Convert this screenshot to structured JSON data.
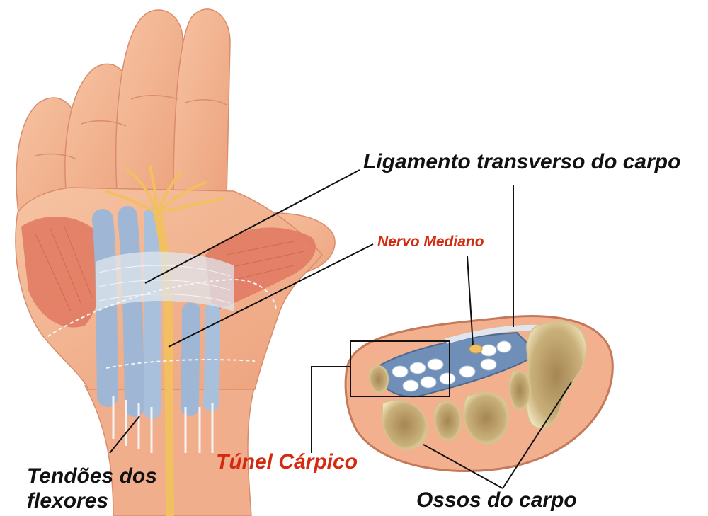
{
  "labels": {
    "ligamento": "Ligamento transverso do carpo",
    "nervo": "Nervo Mediano",
    "tunel": "Túnel Cárpico",
    "tendoes_line1": "Tendões dos",
    "tendoes_line2": "flexores",
    "ossos": "Ossos do carpo"
  },
  "colors": {
    "label_text": "#111111",
    "accent_label": "#d42a10",
    "skin": "#f2b08e",
    "muscle": "#e07860",
    "tendon": "#9fb6d4",
    "nerve": "#f2c060",
    "bone": "#ead9a8",
    "bone_marrow": "#b69a62",
    "leader_line": "#111111"
  }
}
